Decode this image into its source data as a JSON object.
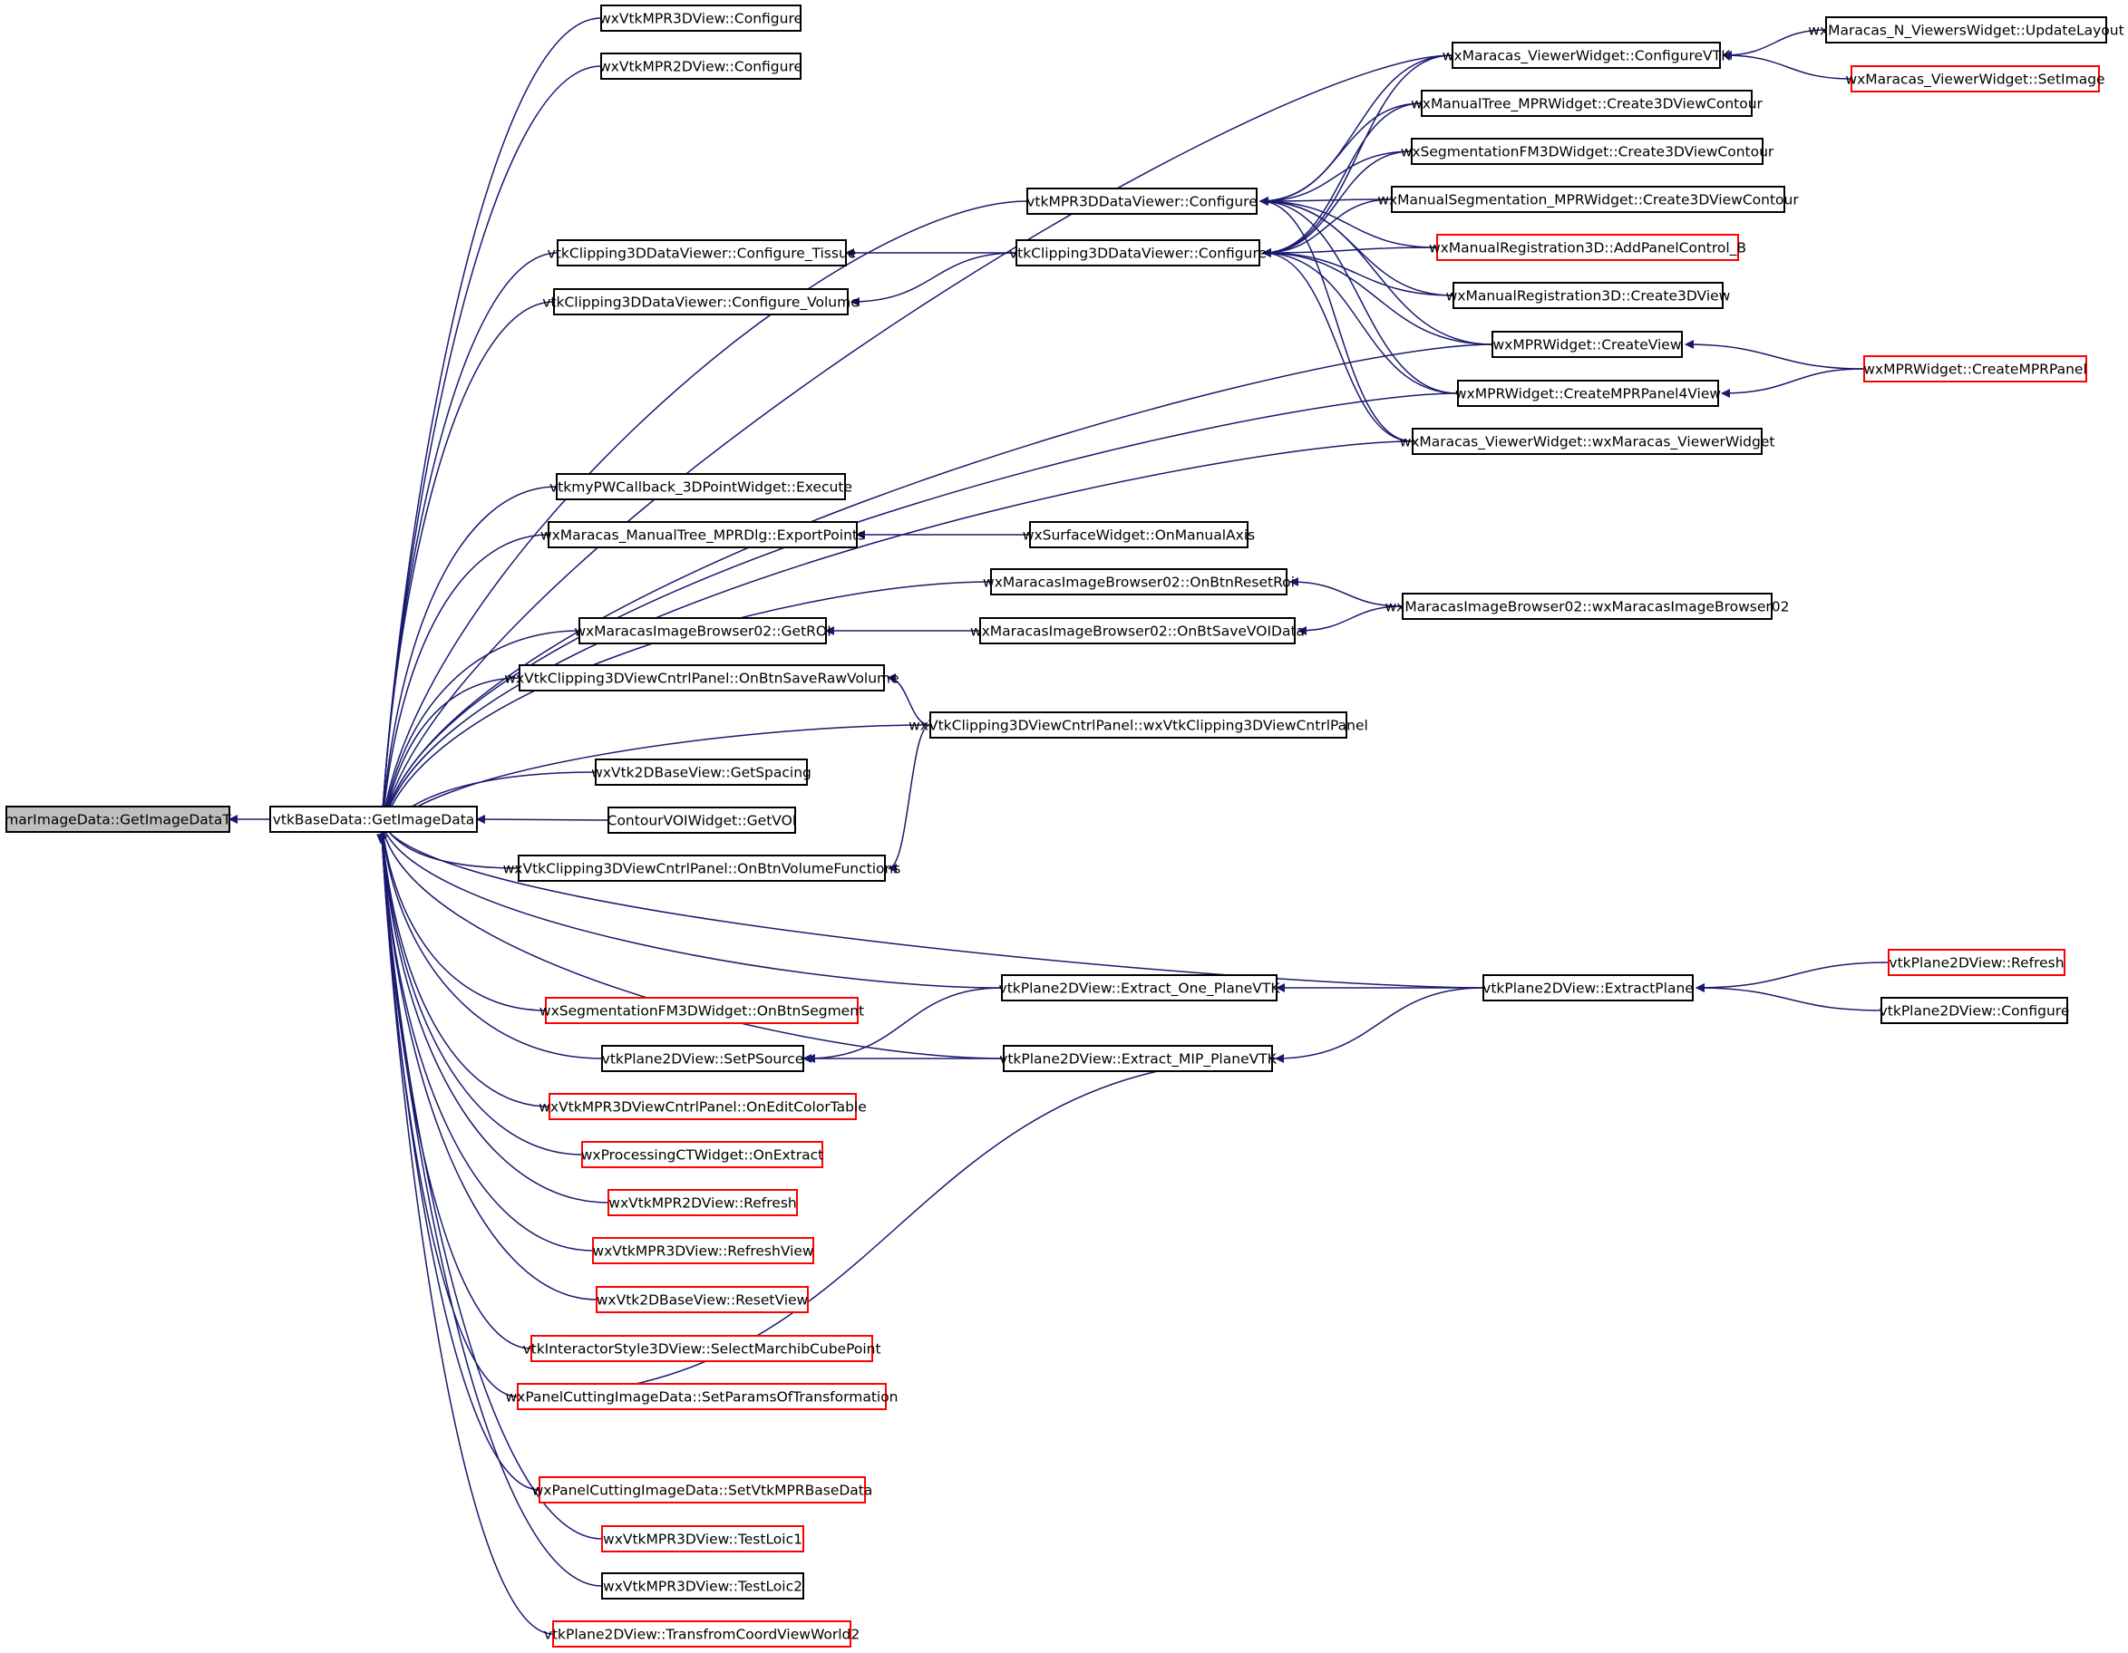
{
  "diagram": {
    "nodes": {
      "root": "marImageData::GetImageDataT",
      "base": "vtkBaseData::GetImageData",
      "n_wxmpr3d_conf": "wxVtkMPR3DView::Configure",
      "n_wxmpr2d_conf": "wxVtkMPR2DView::Configure",
      "n_mpr3ddv_conf": "vtkMPR3DDataViewer::Configure",
      "n_clip_tissue": "vtkClipping3DDataViewer::Configure_Tissue",
      "n_clip_conf": "vtkClipping3DDataViewer::Configure",
      "n_clip_volume": "vtkClipping3DDataViewer::Configure_Volume",
      "n_pw_exec": "vtkmyPWCallback_3DPointWidget::Execute",
      "n_export": "wxMaracas_ManualTree_MPRDlg::ExportPoints",
      "n_surface_axis": "wxSurfaceWidget::OnManualAxis",
      "n_reset_roi": "wxMaracasImageBrowser02::OnBtnResetRoi",
      "n_getroi": "wxMaracasImageBrowser02::GetROI",
      "n_savevoi": "wxMaracasImageBrowser02::OnBtSaveVOIData",
      "n_ib02": "wxMaracasImageBrowser02::wxMaracasImageBrowser02",
      "n_saveraw": "wxVtkClipping3DViewCntrlPanel::OnBtnSaveRawVolume",
      "n_clippanel": "wxVtkClipping3DViewCntrlPanel::wxVtkClipping3DViewCntrlPanel",
      "n_spacing": "wxVtk2DBaseView::GetSpacing",
      "n_getvoi": "ContourVOIWidget::GetVOI",
      "n_volfunc": "wxVtkClipping3DViewCntrlPanel::OnBtnVolumeFunctions",
      "n_one_plane": "vtkPlane2DView::Extract_One_PlaneVTK",
      "n_extractplane": "vtkPlane2DView::ExtractPlane",
      "n_p2d_refresh": "vtkPlane2DView::Refresh",
      "n_p2d_conf": "vtkPlane2DView::Configure",
      "n_segment": "wxSegmentationFM3DWidget::OnBtnSegment",
      "n_setpsource": "vtkPlane2DView::SetPSource",
      "n_mip": "vtkPlane2DView::Extract_MIP_PlaneVTK",
      "n_colortable": "wxVtkMPR3DViewCntrlPanel::OnEditColorTable",
      "n_ct_extract": "wxProcessingCTWidget::OnExtract",
      "n_mpr2d_refresh": "wxVtkMPR2DView::Refresh",
      "n_mpr3d_refreshview": "wxVtkMPR3DView::RefreshView",
      "n_resetview": "wxVtk2DBaseView::ResetView",
      "n_marchib": "vtkInteractorStyle3DView::SelectMarchibCubePoint",
      "n_transf": "wxPanelCuttingImageData::SetParamsOfTransformation",
      "n_setmprbase": "wxPanelCuttingImageData::SetVtkMPRBaseData",
      "n_testloic1": "wxVtkMPR3DView::TestLoic1",
      "n_testloic2": "wxVtkMPR3DView::TestLoic2",
      "n_transcoord": "vtkPlane2DView::TransfromCoordViewWorld2",
      "n_confvtk": "wxMaracas_ViewerWidget::ConfigureVTK",
      "n_updatelayout": "wxMaracas_N_ViewersWidget::UpdateLayout",
      "n_setimage": "wxMaracas_ViewerWidget::SetImage",
      "n_mt_contour": "wxManualTree_MPRWidget::Create3DViewContour",
      "n_segfm_contour": "wxSegmentationFM3DWidget::Create3DViewContour",
      "n_manseg_contour": "wxManualSegmentation_MPRWidget::Create3DViewContour",
      "n_addpanel": "wxManualRegistration3D::AddPanelControl_B",
      "n_reg_create3d": "wxManualRegistration3D::Create3DView",
      "n_createview": "wxMPRWidget::CreateView",
      "n_panel4": "wxMPRWidget::CreateMPRPanel4View",
      "n_viewerwidget": "wxMaracas_ViewerWidget::wxMaracas_ViewerWidget",
      "n_createmprpanel": "wxMPRWidget::CreateMPRPanel"
    },
    "truncated_nodes": [
      "n_setimage",
      "n_addpanel",
      "n_createmprpanel",
      "n_p2d_refresh",
      "n_segment",
      "n_colortable",
      "n_ct_extract",
      "n_mpr2d_refresh",
      "n_mpr3d_refreshview",
      "n_resetview",
      "n_marchib",
      "n_transf",
      "n_setmprbase",
      "n_testloic1",
      "n_transcoord"
    ],
    "colors": {
      "edge": "#191970",
      "node_border": "#000000",
      "truncated_border": "#ff0000",
      "root_fill": "#bfbfbf"
    }
  }
}
